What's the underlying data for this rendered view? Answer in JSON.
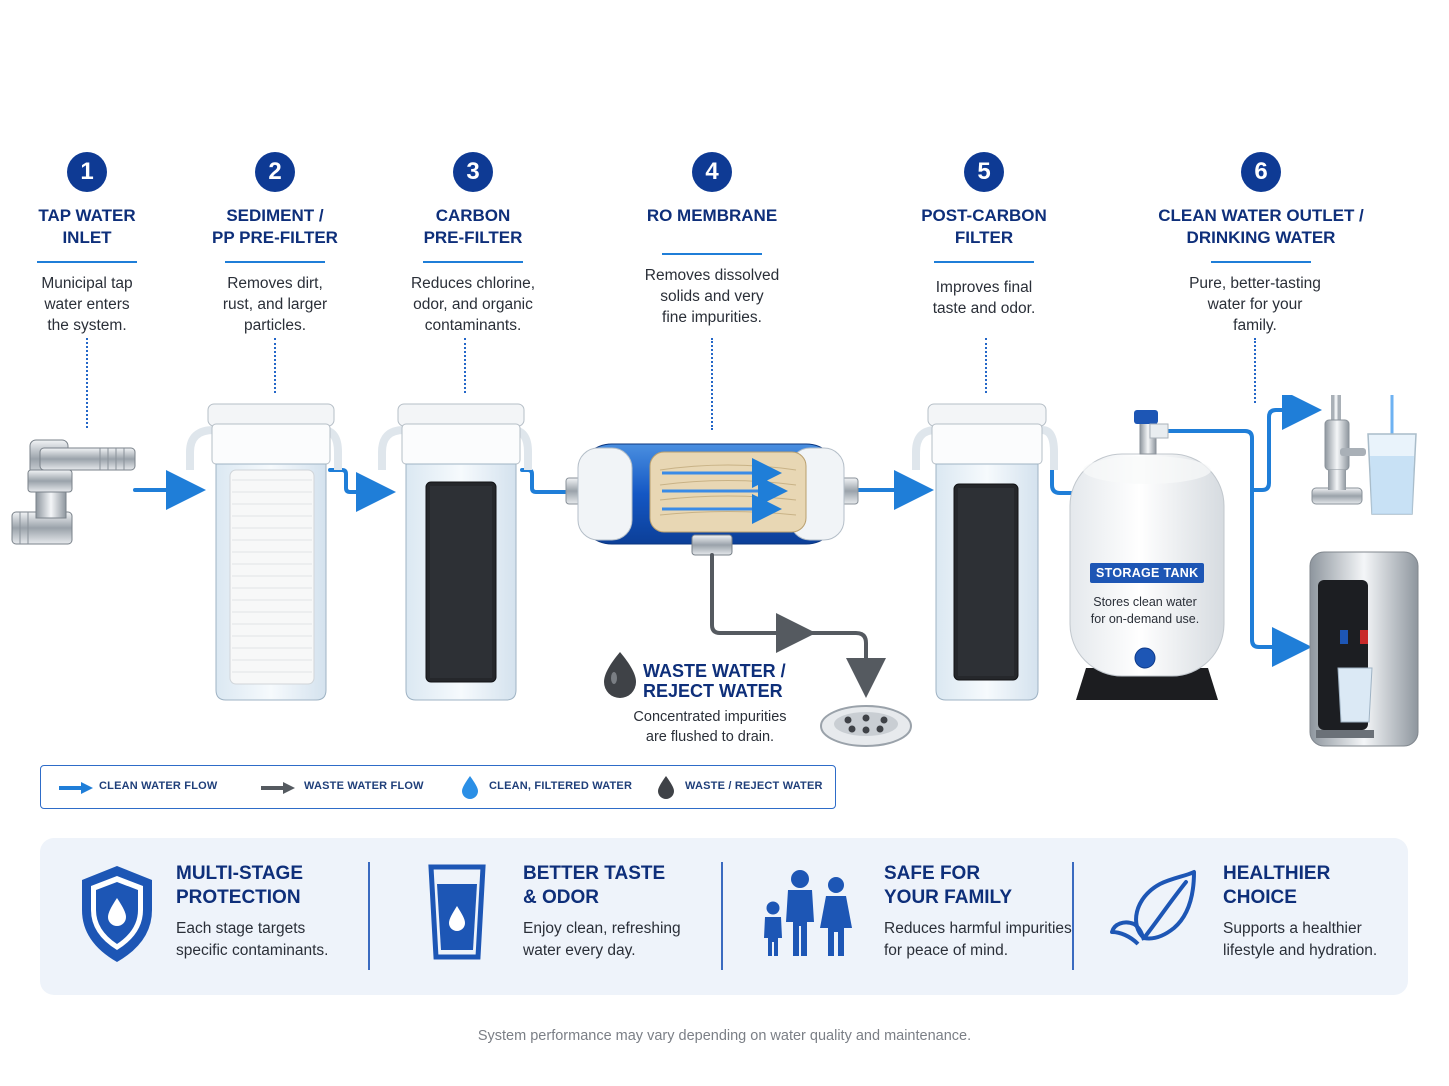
{
  "steps": [
    {
      "num": "1",
      "title_line1": "TAP WATER",
      "title_line2": "INLET",
      "desc1": "Municipal tap",
      "desc2": "water enters",
      "desc3": "the system."
    },
    {
      "num": "2",
      "title_line1": "SEDIMENT /",
      "title_line2": "PP PRE-FILTER",
      "desc1": "Removes dirt,",
      "desc2": "rust, and larger",
      "desc3": "particles."
    },
    {
      "num": "3",
      "title_line1": "CARBON",
      "title_line2": "PRE-FILTER",
      "desc1": "Reduces chlorine,",
      "desc2": "odor, and organic",
      "desc3": "contaminants."
    },
    {
      "num": "4",
      "title_line1": "RO MEMBRANE",
      "title_line2": "",
      "desc1": "Removes dissolved",
      "desc2": "solids and very",
      "desc3": "fine impurities."
    },
    {
      "num": "5",
      "title_line1": "POST-CARBON",
      "title_line2": "FILTER",
      "desc1": "Improves final",
      "desc2": "taste and odor.",
      "desc3": ""
    },
    {
      "num": "6",
      "title_line1": "CLEAN WATER OUTLET /",
      "title_line2": "DRINKING WATER",
      "desc1": "Pure, better-tasting",
      "desc2": "water for your",
      "desc3": "family."
    }
  ],
  "waste": {
    "title1": "WASTE WATER /",
    "title2": "REJECT WATER",
    "desc1": "Concentrated impurities",
    "desc2": "are flushed to drain."
  },
  "tank": {
    "label": "STORAGE TANK",
    "desc1": "Stores clean water",
    "desc2": "for on-demand use."
  },
  "legend": {
    "clean_flow": "CLEAN WATER FLOW",
    "waste_flow": "WASTE WATER FLOW",
    "clean_water": "CLEAN, FILTERED WATER",
    "waste_water": "WASTE / REJECT WATER"
  },
  "benefits": [
    {
      "title1": "MULTI-STAGE",
      "title2": "PROTECTION",
      "desc1": "Each stage targets",
      "desc2": "specific contaminants.",
      "icon": "shield-drop-icon"
    },
    {
      "title1": "BETTER TASTE",
      "title2": "& ODOR",
      "desc1": "Enjoy clean, refreshing",
      "desc2": "water every day.",
      "icon": "glass-drop-icon"
    },
    {
      "title1": "SAFE FOR",
      "title2": "YOUR FAMILY",
      "desc1": "Reduces harmful impurities",
      "desc2": "for peace of mind.",
      "icon": "family-icon"
    },
    {
      "title1": "HEALTHIER",
      "title2": "CHOICE",
      "desc1": "Supports a healthier",
      "desc2": "lifestyle and hydration.",
      "icon": "leaf-icon"
    }
  ],
  "footnote": "System performance may vary depending on water quality and maintenance.",
  "colors": {
    "navy": "#0e3a94",
    "flow_blue": "#1f7ed8",
    "waste_gray": "#555a60",
    "panel": "#eef3fa"
  }
}
